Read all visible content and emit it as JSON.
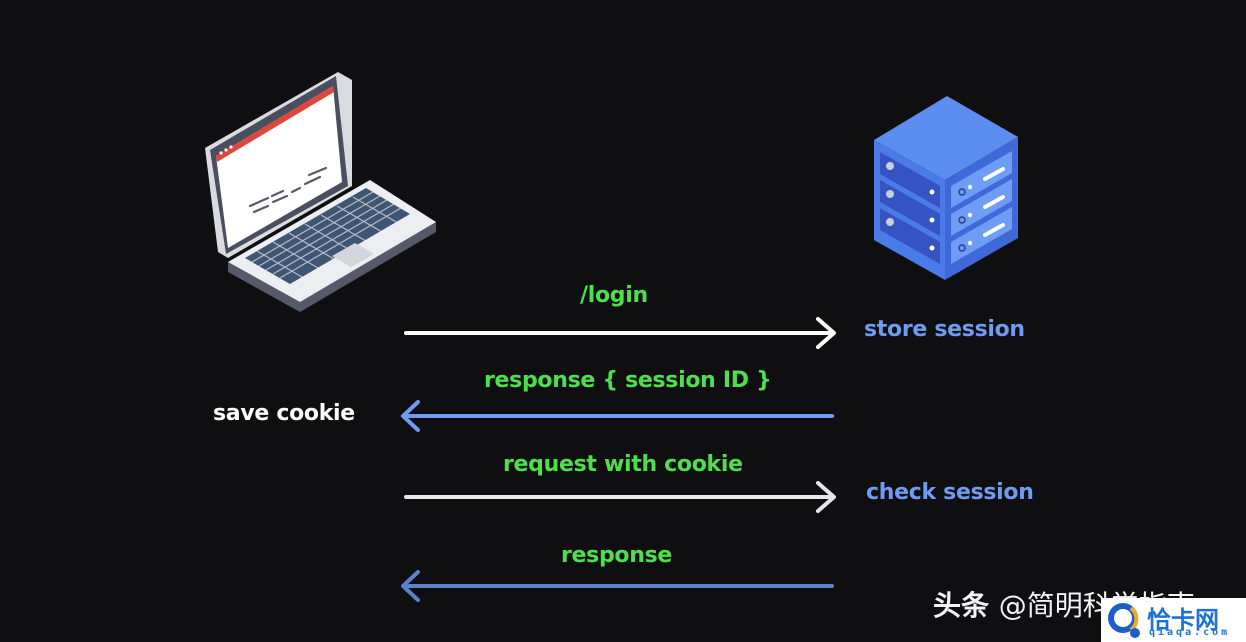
{
  "diagram": {
    "title": "Session-based authentication flow",
    "client": {
      "icon": "laptop-icon",
      "label": "save cookie"
    },
    "server": {
      "icon": "server-icon"
    },
    "messages": [
      {
        "label": "/login",
        "direction": "client-to-server",
        "arrow_color": "#ffffff",
        "server_note": "store session"
      },
      {
        "label": "response { session ID }",
        "direction": "server-to-client",
        "arrow_color": "#6f9cf0",
        "client_note": "save cookie"
      },
      {
        "label": "request with cookie",
        "direction": "client-to-server",
        "arrow_color": "#e6e6e6",
        "server_note": "check session"
      },
      {
        "label": "response",
        "direction": "server-to-client",
        "arrow_color": "#5b82c8"
      }
    ],
    "colors": {
      "background": "#0f0f12",
      "message_label": "#4ee04a",
      "server_note": "#6f9cf0",
      "client_note": "#ffffff"
    }
  },
  "watermark": {
    "prefix": "头条",
    "handle": "@简明科学指南",
    "logo_text": "恰卡网",
    "logo_sub": "qiaqa.com"
  }
}
